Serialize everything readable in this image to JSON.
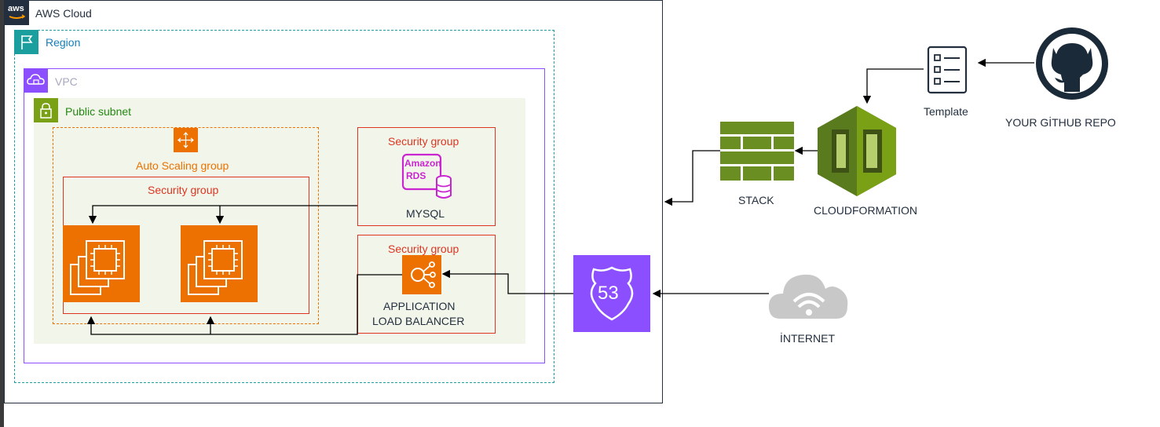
{
  "aws_cloud": {
    "label": "AWS Cloud",
    "logo_text": "aws"
  },
  "region": {
    "label": "Region"
  },
  "vpc": {
    "label": "VPC"
  },
  "public_subnet": {
    "label": "Public subnet"
  },
  "auto_scaling": {
    "label": "Auto Scaling group"
  },
  "security_groups": {
    "ec2_label": "Security group",
    "rds_label": "Security group",
    "alb_label": "Security group"
  },
  "rds": {
    "badge_line1": "Amazon",
    "badge_line2": "RDS",
    "label": "MYSQL"
  },
  "alb": {
    "label_line1": "APPLICATION",
    "label_line2": "LOAD BALANCER"
  },
  "route53": {
    "badge": "53"
  },
  "internet": {
    "label": "İNTERNET"
  },
  "stack": {
    "label": "STACK"
  },
  "cloudformation": {
    "label": "CLOUDFORMATION"
  },
  "template": {
    "label": "Template"
  },
  "github": {
    "label": "YOUR GİTHUB REPO"
  },
  "colors": {
    "aws_dark": "#232f3e",
    "region": "#1a9e9e",
    "vpc": "#8c4fff",
    "subnet": "#7aa116",
    "compute": "#ed7100",
    "security_group": "#dd3522",
    "rds": "#c925d1",
    "route53": "#8c4fff",
    "cloudformation": "#6b8e23"
  }
}
